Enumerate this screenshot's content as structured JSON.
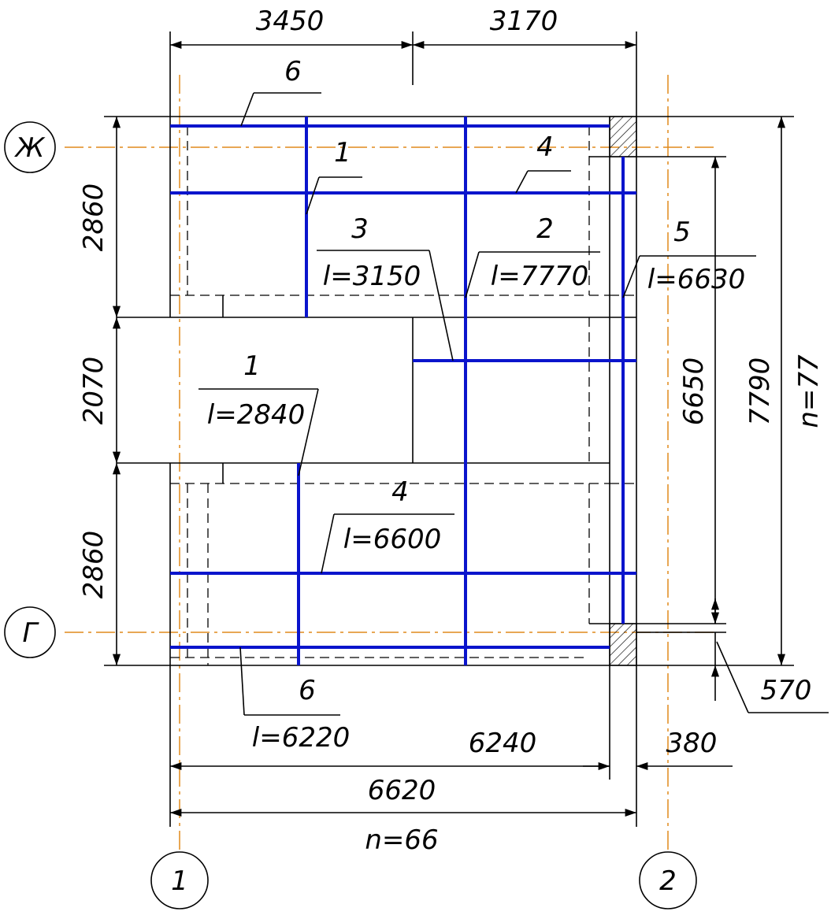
{
  "grid_axes": {
    "horizontal_top": "Ж",
    "horizontal_bottom": "Г",
    "vertical_left": "1",
    "vertical_right": "2"
  },
  "dimensions": {
    "top_left": "3450",
    "top_right": "3170",
    "left_top": "2860",
    "left_middle": "2070",
    "left_bottom": "2860",
    "right_inner": "6650",
    "right_outer": "7790",
    "right_count": "n=77",
    "offset_bottom": "570",
    "bottom_inner": "6240",
    "bottom_offset": "380",
    "bottom_total": "6620",
    "bottom_count": "n=66"
  },
  "rebar_labels": {
    "bar1_top_num": "1",
    "bar4_top_num": "4",
    "bar6_top_num": "6",
    "bar3_num": "3",
    "bar3_len": "l=3150",
    "bar2_num": "2",
    "bar2_len": "l=7770",
    "bar5_num": "5",
    "bar5_len": "l=6630",
    "bar1_num": "1",
    "bar1_len": "l=2840",
    "bar4_num": "4",
    "bar4_len": "l=6600",
    "bar6_num": "6",
    "bar6_len": "l=6220"
  },
  "colors": {
    "rebar": "#0a14cc",
    "axis": "#e08a1c",
    "line": "#000000"
  }
}
